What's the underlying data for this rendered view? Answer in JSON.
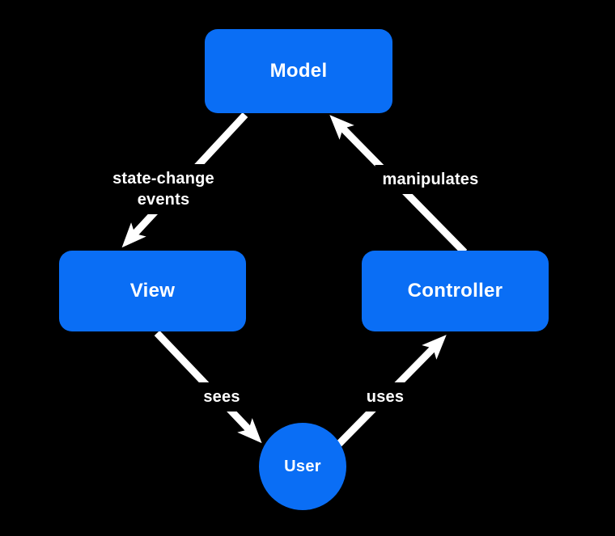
{
  "diagram": {
    "title": "mvc-architecture",
    "nodes": [
      {
        "id": "model",
        "label": "Model",
        "shape": "rounded-rect"
      },
      {
        "id": "view",
        "label": "View",
        "shape": "rounded-rect"
      },
      {
        "id": "controller",
        "label": "Controller",
        "shape": "rounded-rect"
      },
      {
        "id": "user",
        "label": "User",
        "shape": "circle"
      }
    ],
    "edges": [
      {
        "from": "model",
        "to": "view",
        "label": "state-change events"
      },
      {
        "from": "controller",
        "to": "model",
        "label": "manipulates"
      },
      {
        "from": "view",
        "to": "user",
        "label": "sees"
      },
      {
        "from": "user",
        "to": "controller",
        "label": "uses"
      }
    ]
  },
  "colors": {
    "background": "#000000",
    "node_fill": "#0a6ef5",
    "node_text": "#ffffff",
    "arrow": "#ffffff"
  }
}
